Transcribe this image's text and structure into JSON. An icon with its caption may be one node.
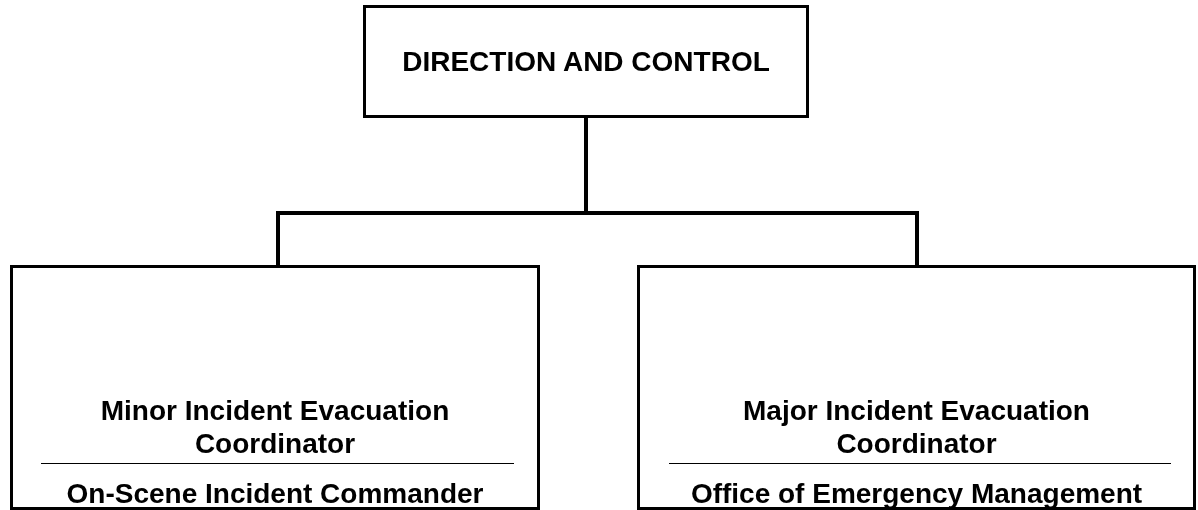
{
  "diagram": {
    "nodes": [
      {
        "text": [
          "DIRECTION AND CONTROL"
        ]
      },
      {
        "text": [
          "Minor Incident Evacuation Coordinator",
          "On-Scene Incident Commander"
        ]
      },
      {
        "text": [
          "Major Incident Evacuation Coordinator",
          "Office of Emergency Management"
        ]
      }
    ],
    "edges": [
      {
        "from": 0,
        "to": 1,
        "arrow": "none"
      },
      {
        "from": 0,
        "to": 2,
        "arrow": "none"
      }
    ]
  }
}
